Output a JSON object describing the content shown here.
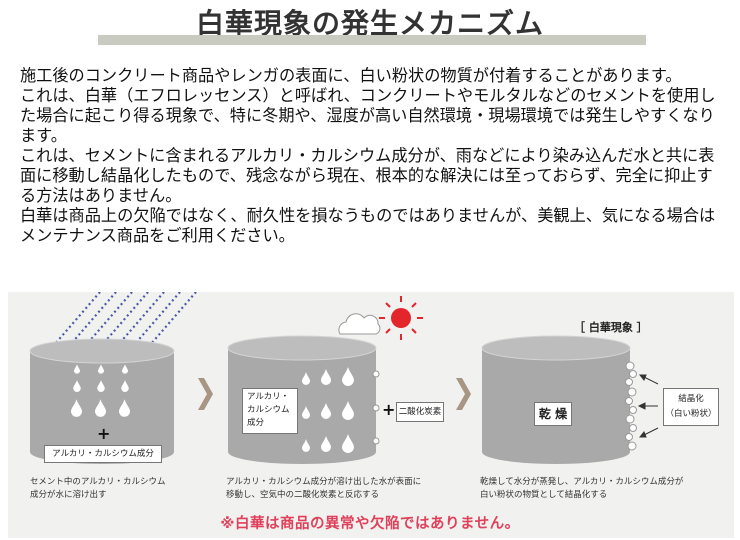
{
  "title": "白華現象の発生メカニズム",
  "paragraphs": [
    "施工後のコンクリート商品やレンガの表面に、白い粉状の物質が付着することがあります。",
    "これは、白華（エフロレッセンス）と呼ばれ、コンクリートやモルタルなどのセメントを使用した場合に起こり得る現象で、特に冬期や、湿度が高い自然環境・現場環境では発生しやすくなります。",
    "これは、セメントに含まれるアルカリ・カルシウム成分が、雨などにより染み込んだ水と共に表面に移動し結晶化したもので、残念ながら現在、根本的な解決には至っておらず、完全に抑止する方法はありません。",
    "白華は商品上の欠陥ではなく、耐久性を損なうものではありませんが、美観上、気になる場合はメンテナンス商品をご利用ください。"
  ],
  "diagram": {
    "step1": {
      "plus": "+",
      "box_label": "アルカリ・カルシウム成分",
      "caption": [
        "セメント中のアルカリ・カルシウム",
        "成分が水に溶け出す"
      ]
    },
    "step2": {
      "inner_label": [
        "アルカリ・",
        "カルシウム",
        "成分"
      ],
      "plus": "+",
      "co2_label": "二酸化炭素",
      "caption": [
        "アルカリ・カルシウム成分が溶け出した水が表面に",
        "移動し、空気中の二酸化炭素と反応する"
      ]
    },
    "step3": {
      "heading": "［ 白華現象 ］",
      "dry_label": "乾 燥",
      "crystal_label": [
        "結晶化",
        "（白い粉状）"
      ],
      "caption": [
        "乾燥して水分が蒸発し、アルカリ・カルシウム成分が",
        "白い粉状の物質として結晶化する"
      ]
    },
    "colors": {
      "cylinder": "#a9a9a9",
      "cylinder_top": "#bdbdbd",
      "arrow": "#a89684",
      "rain": "#4a5aa8",
      "sun": "#e3262b",
      "panel": "#f1f1ef"
    }
  },
  "footnote": "※白華は商品の異常や欠陥ではありません。"
}
